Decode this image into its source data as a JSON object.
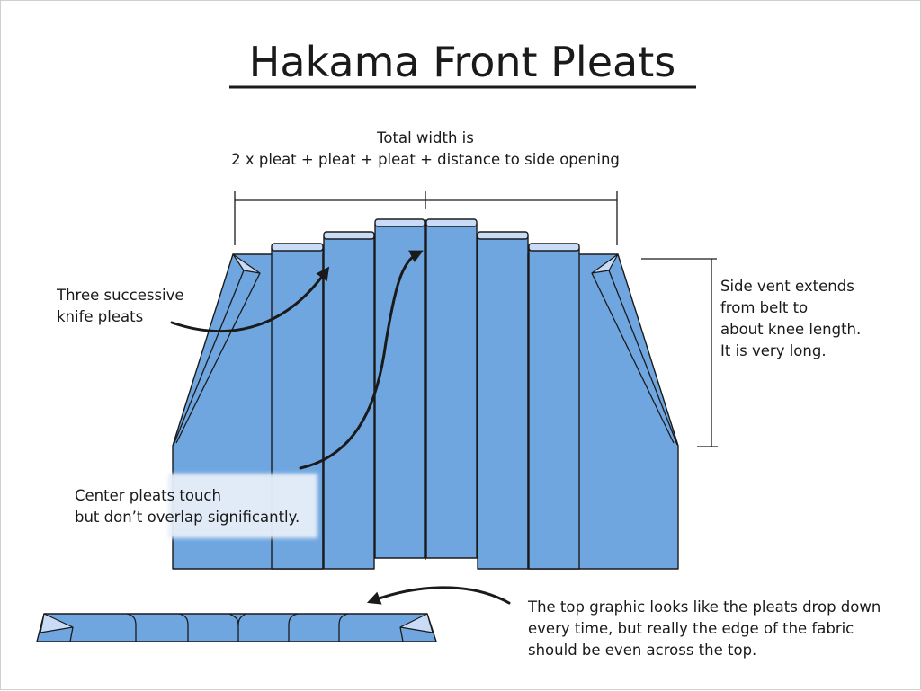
{
  "title": "Hakama Front Pleats",
  "labels": {
    "total_width_line1": "Total width is",
    "total_width_line2": "2 x pleat + pleat + pleat + distance to side opening",
    "knife_pleats_line1": "Three successive",
    "knife_pleats_line2": "knife pleats",
    "side_vent_line1": "Side vent extends",
    "side_vent_line2": "from belt to",
    "side_vent_line3": "about knee length.",
    "side_vent_line4": "It is very long.",
    "center_pleats_line1": "Center pleats touch",
    "center_pleats_line2": "but don’t overlap significantly.",
    "top_graphic_line1": "The top graphic looks like the pleats drop down",
    "top_graphic_line2": "every time, but really the edge of the fabric",
    "top_graphic_line3": "should be even across the top."
  },
  "colors": {
    "fabric": "#6fa6e0",
    "fabric_light": "#c9dbf7",
    "outline": "#1a1a1a",
    "note_box": "#e6eef8"
  }
}
